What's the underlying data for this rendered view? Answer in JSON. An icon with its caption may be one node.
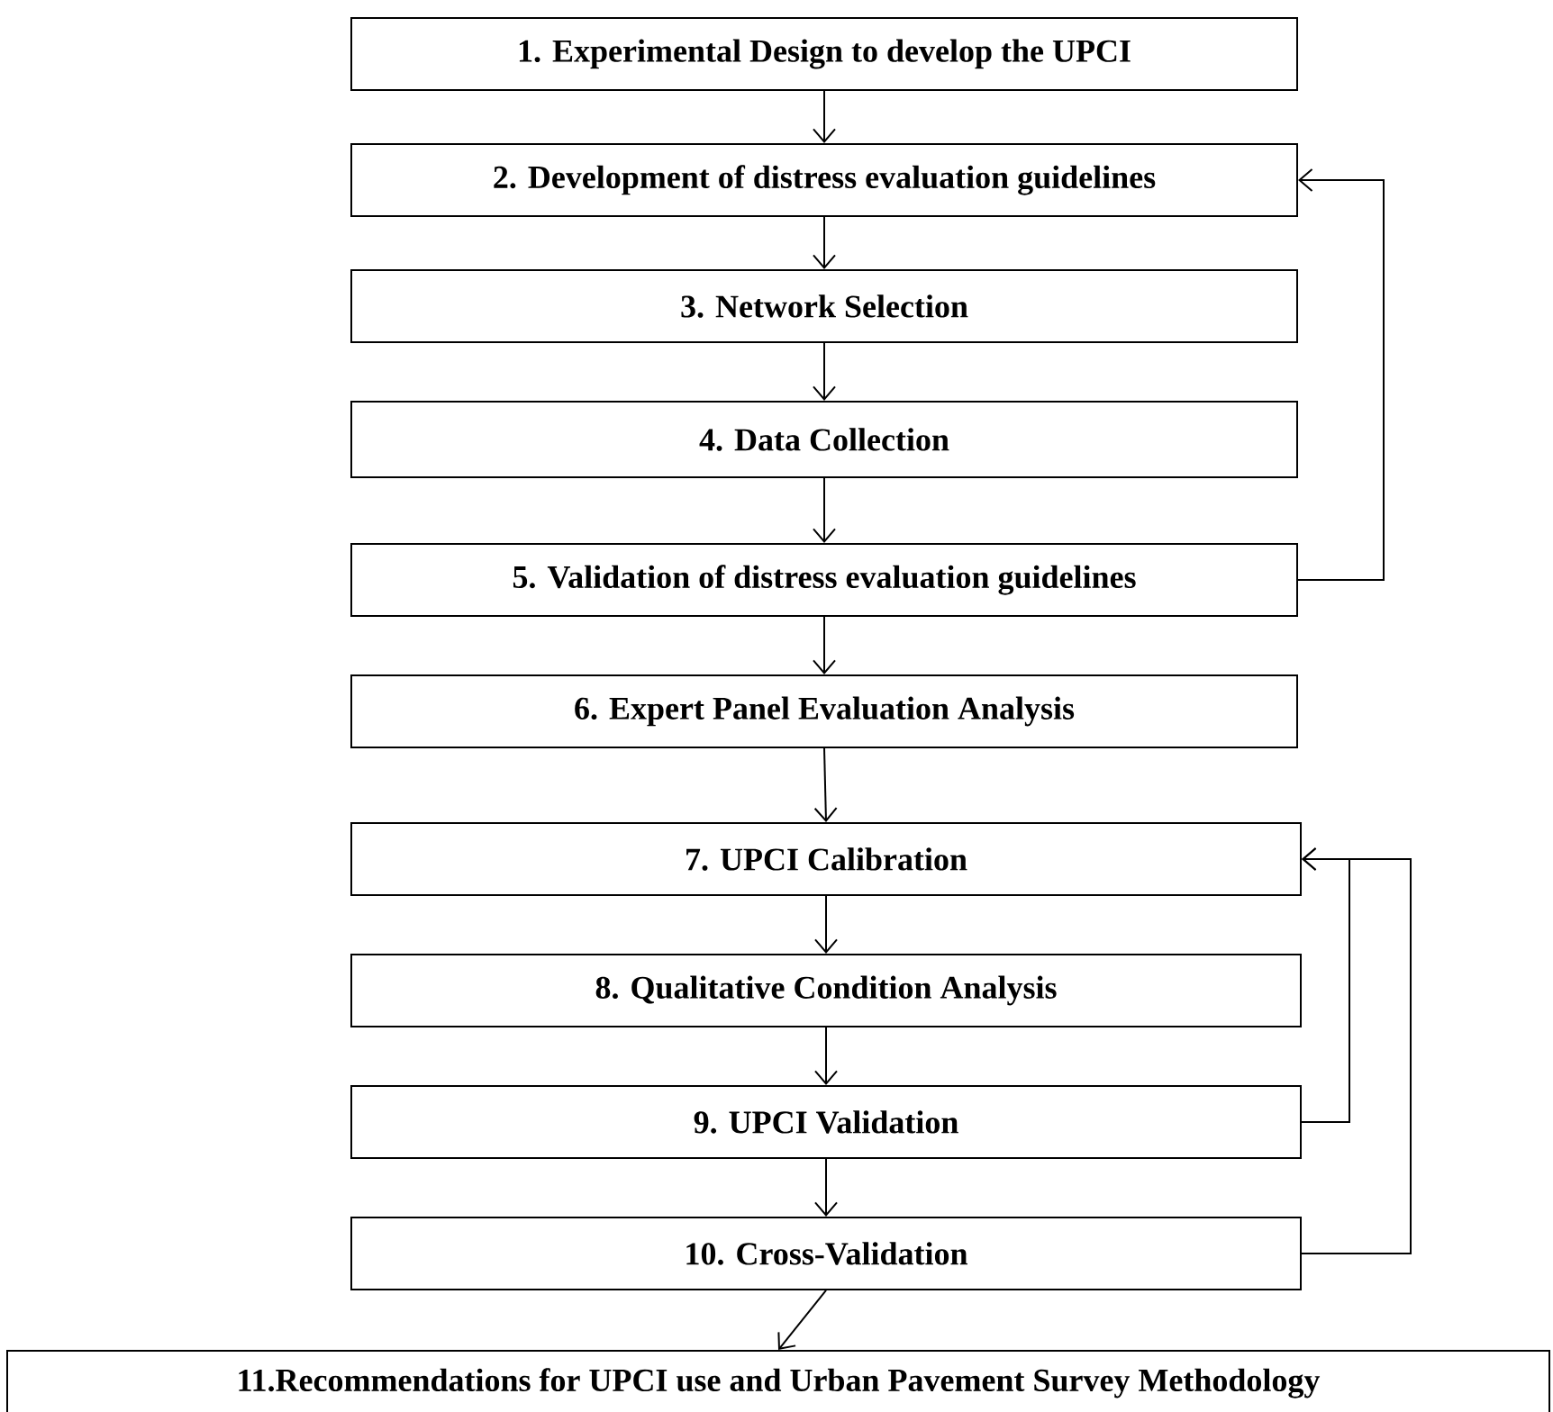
{
  "diagram": {
    "nodes": [
      {
        "text": [
          "1. Experimental Design to develop the UPCI"
        ]
      },
      {
        "text": [
          "2. Development of distress evaluation guidelines"
        ]
      },
      {
        "text": [
          "3. Network Selection"
        ]
      },
      {
        "text": [
          "4. Data Collection"
        ]
      },
      {
        "text": [
          "5. Validation of distress evaluation guidelines"
        ]
      },
      {
        "text": [
          "6. Expert Panel Evaluation Analysis"
        ]
      },
      {
        "text": [
          "7. UPCI Calibration"
        ]
      },
      {
        "text": [
          "8. Qualitative Condition Analysis"
        ]
      },
      {
        "text": [
          "9. UPCI Validation"
        ]
      },
      {
        "text": [
          "10. Cross-Validation"
        ]
      },
      {
        "text": [
          "11.Recommendations for UPCI use and Urban Pavement Survey Methodology"
        ]
      }
    ],
    "edges": [
      {
        "from": 0,
        "to": 1,
        "arrow": "to"
      },
      {
        "from": 1,
        "to": 2,
        "arrow": "to"
      },
      {
        "from": 2,
        "to": 3,
        "arrow": "to"
      },
      {
        "from": 3,
        "to": 4,
        "arrow": "to"
      },
      {
        "from": 4,
        "to": 5,
        "arrow": "to"
      },
      {
        "from": 5,
        "to": 6,
        "arrow": "to"
      },
      {
        "from": 6,
        "to": 7,
        "arrow": "to"
      },
      {
        "from": 7,
        "to": 8,
        "arrow": "to"
      },
      {
        "from": 8,
        "to": 9,
        "arrow": "to"
      },
      {
        "from": 9,
        "to": 10,
        "arrow": "to"
      },
      {
        "from": 4,
        "to": 1,
        "arrow": "to"
      },
      {
        "from": 8,
        "to": 6,
        "arrow": "to"
      },
      {
        "from": 9,
        "to": 6,
        "arrow": "to"
      }
    ]
  }
}
